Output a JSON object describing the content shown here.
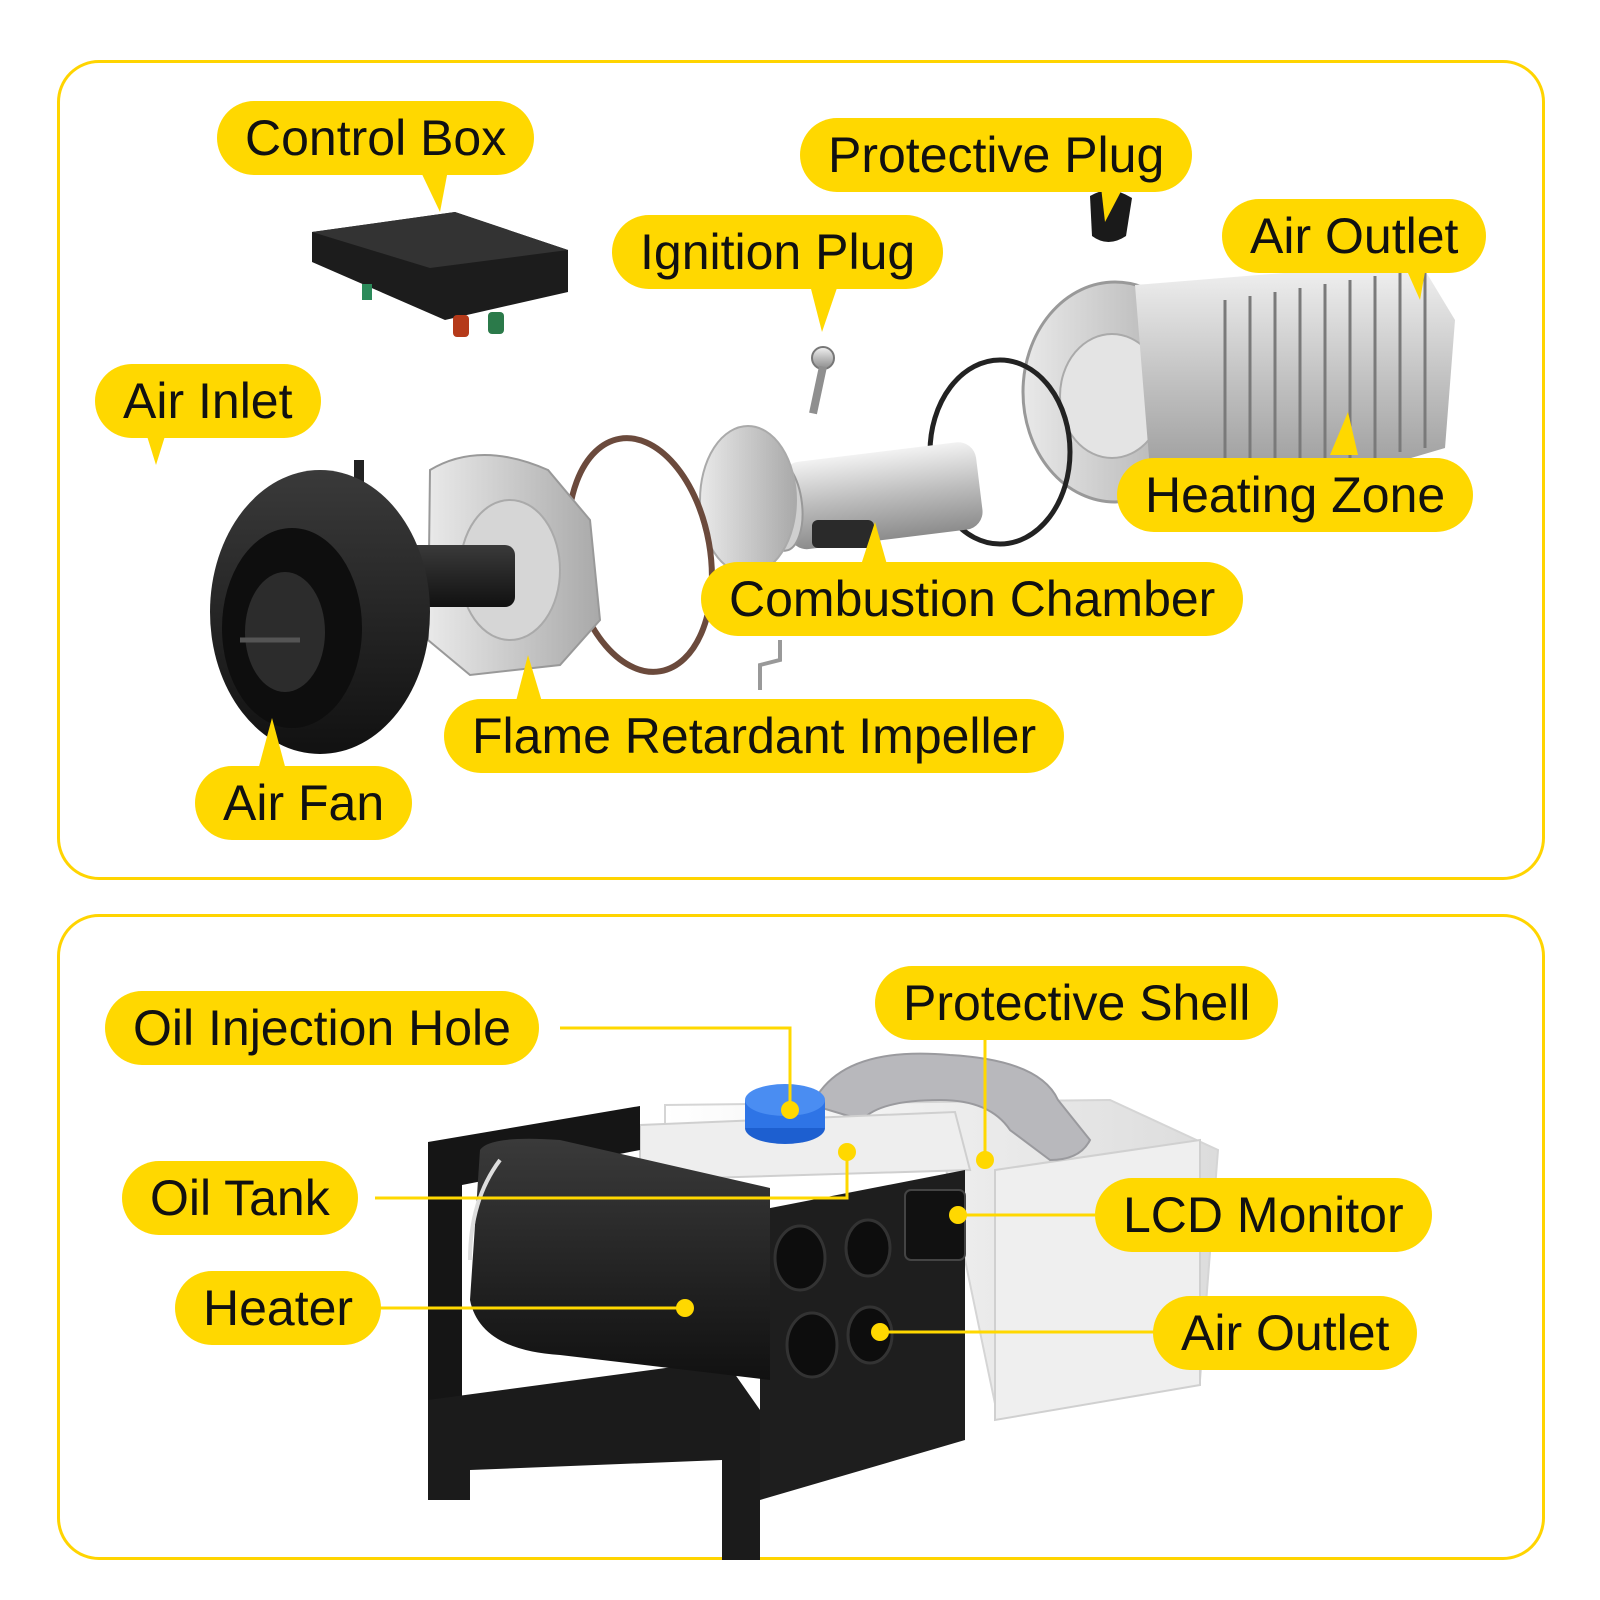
{
  "colors": {
    "accent": "#ffd800",
    "panel_border": "#ffd400",
    "text": "#111111",
    "background": "#ffffff"
  },
  "exploded_view": {
    "labels": {
      "control_box": "Control Box",
      "protective_plug": "Protective Plug",
      "ignition_plug": "Ignition Plug",
      "air_outlet": "Air Outlet",
      "air_inlet": "Air Inlet",
      "heating_zone": "Heating Zone",
      "combustion_chamber": "Combustion Chamber",
      "flame_retardant_impeller": "Flame Retardant Impeller",
      "air_fan": "Air Fan"
    }
  },
  "assembled_view": {
    "labels": {
      "oil_injection_hole": "Oil Injection Hole",
      "protective_shell": "Protective Shell",
      "oil_tank": "Oil Tank",
      "lcd_monitor": "LCD Monitor",
      "heater": "Heater",
      "air_outlet": "Air Outlet"
    }
  }
}
